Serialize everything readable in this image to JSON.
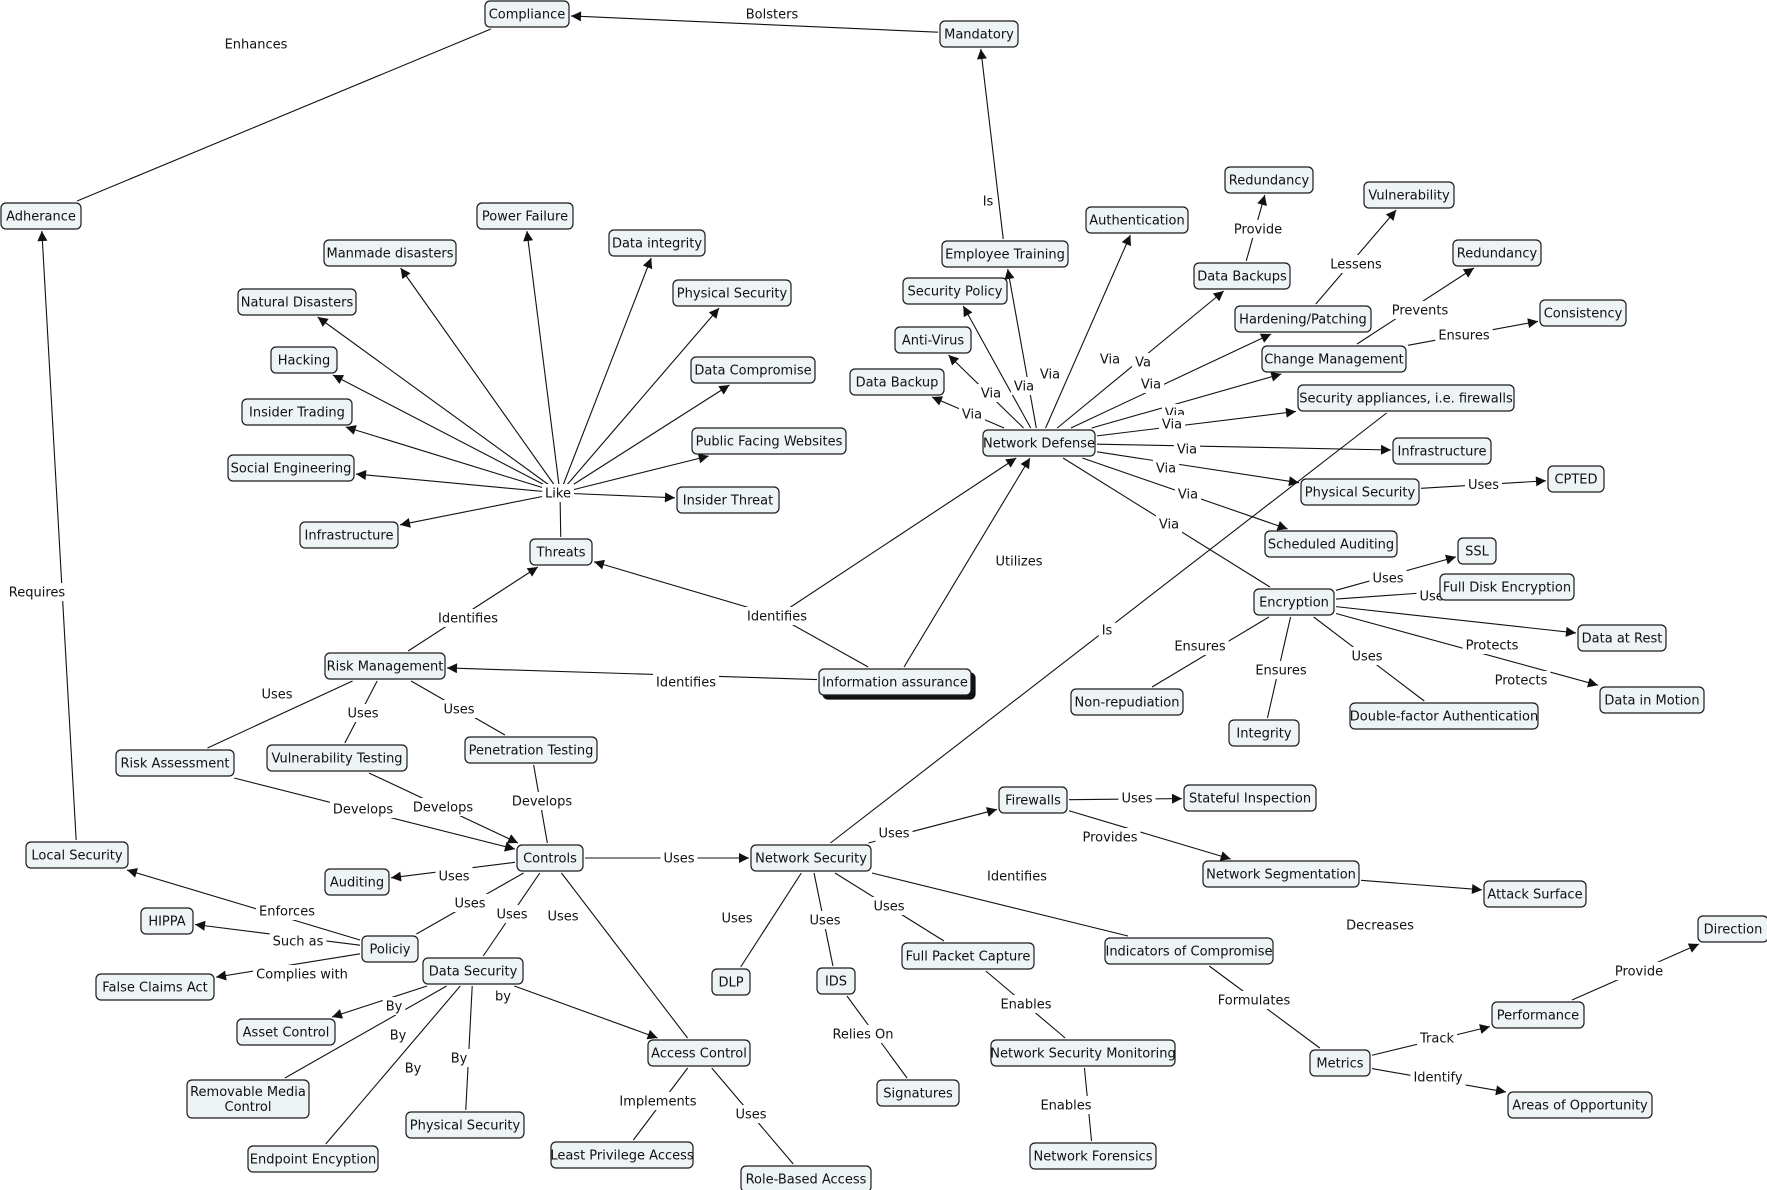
{
  "nodes": [
    {
      "id": "compliance",
      "label": "Compliance"
    },
    {
      "id": "mandatory",
      "label": "Mandatory"
    },
    {
      "id": "adherance",
      "label": "Adherance"
    },
    {
      "id": "local_security",
      "label": "Local Security"
    },
    {
      "id": "employee_training",
      "label": "Employee Training"
    },
    {
      "id": "authentication",
      "label": "Authentication"
    },
    {
      "id": "redundancy1",
      "label": "Redundancy"
    },
    {
      "id": "vulnerability",
      "label": "Vulnerability"
    },
    {
      "id": "data_backups",
      "label": "Data Backups"
    },
    {
      "id": "hardening",
      "label": "Hardening/Patching"
    },
    {
      "id": "redundancy2",
      "label": "Redundancy"
    },
    {
      "id": "consistency",
      "label": "Consistency"
    },
    {
      "id": "change_mgmt",
      "label": "Change Management"
    },
    {
      "id": "security_policy",
      "label": "Security Policy"
    },
    {
      "id": "anti_virus",
      "label": "Anti-Virus"
    },
    {
      "id": "data_backup",
      "label": "Data Backup"
    },
    {
      "id": "network_defense",
      "label": "Network Defense"
    },
    {
      "id": "sec_appliances",
      "label": "Security appliances, i.e. firewalls"
    },
    {
      "id": "infrastructure_nd",
      "label": "Infrastructure"
    },
    {
      "id": "physical_security_nd",
      "label": "Physical Security"
    },
    {
      "id": "cpted",
      "label": "CPTED"
    },
    {
      "id": "scheduled_auditing",
      "label": "Scheduled Auditing"
    },
    {
      "id": "encryption",
      "label": "Encryption"
    },
    {
      "id": "ssl",
      "label": "SSL"
    },
    {
      "id": "full_disk",
      "label": "Full Disk Encryption"
    },
    {
      "id": "data_at_rest",
      "label": "Data at Rest"
    },
    {
      "id": "data_in_motion",
      "label": "Data in Motion"
    },
    {
      "id": "non_repudiation",
      "label": "Non-repudiation"
    },
    {
      "id": "integrity",
      "label": "Integrity"
    },
    {
      "id": "double_factor",
      "label": "Double-factor Authentication"
    },
    {
      "id": "power_failure",
      "label": "Power Failure"
    },
    {
      "id": "manmade",
      "label": "Manmade disasters"
    },
    {
      "id": "data_integrity",
      "label": "Data integrity"
    },
    {
      "id": "physical_security_t",
      "label": "Physical Security"
    },
    {
      "id": "natural_disasters",
      "label": "Natural Disasters"
    },
    {
      "id": "hacking",
      "label": "Hacking"
    },
    {
      "id": "data_compromise",
      "label": "Data Compromise"
    },
    {
      "id": "insider_trading",
      "label": "Insider Trading"
    },
    {
      "id": "public_websites",
      "label": "Public Facing Websites"
    },
    {
      "id": "social_engineering",
      "label": "Social Engineering"
    },
    {
      "id": "insider_threat",
      "label": "Insider Threat"
    },
    {
      "id": "infrastructure_t",
      "label": "Infrastructure"
    },
    {
      "id": "threats",
      "label": "Threats"
    },
    {
      "id": "risk_mgmt",
      "label": "Risk Management"
    },
    {
      "id": "info_assurance",
      "label": "Information assurance"
    },
    {
      "id": "risk_assessment",
      "label": "Risk Assessment"
    },
    {
      "id": "vuln_testing",
      "label": "Vulnerability Testing"
    },
    {
      "id": "pen_testing",
      "label": "Penetration Testing"
    },
    {
      "id": "controls",
      "label": "Controls"
    },
    {
      "id": "auditing",
      "label": "Auditing"
    },
    {
      "id": "hippa",
      "label": "HIPPA"
    },
    {
      "id": "policiy",
      "label": "Policiy"
    },
    {
      "id": "false_claims",
      "label": "False Claims Act"
    },
    {
      "id": "data_security",
      "label": "Data Security"
    },
    {
      "id": "asset_control",
      "label": "Asset Control"
    },
    {
      "id": "removable_media",
      "label": "Removable Media Control"
    },
    {
      "id": "physical_security_ds",
      "label": "Physical Security"
    },
    {
      "id": "endpoint",
      "label": "Endpoint Encyption"
    },
    {
      "id": "access_control",
      "label": "Access Control"
    },
    {
      "id": "least_privilege",
      "label": "Least Privilege Access"
    },
    {
      "id": "role_based",
      "label": "Role-Based Access"
    },
    {
      "id": "network_security",
      "label": "Network Security"
    },
    {
      "id": "firewalls",
      "label": "Firewalls"
    },
    {
      "id": "stateful",
      "label": "Stateful Inspection"
    },
    {
      "id": "net_segmentation",
      "label": "Network Segmentation"
    },
    {
      "id": "attack_surface",
      "label": "Attack Surface"
    },
    {
      "id": "dlp",
      "label": "DLP"
    },
    {
      "id": "ids",
      "label": "IDS"
    },
    {
      "id": "signatures",
      "label": "Signatures"
    },
    {
      "id": "full_packet",
      "label": "Full Packet Capture"
    },
    {
      "id": "nsm",
      "label": "Network Security Monitoring"
    },
    {
      "id": "net_forensics",
      "label": "Network Forensics"
    },
    {
      "id": "ioc",
      "label": "Indicators of Compromise"
    },
    {
      "id": "metrics",
      "label": "Metrics"
    },
    {
      "id": "performance",
      "label": "Performance"
    },
    {
      "id": "direction",
      "label": "Direction"
    },
    {
      "id": "areas_opportunity",
      "label": "Areas of Opportunity"
    }
  ],
  "edges": [
    {
      "from": "mandatory",
      "to": "compliance",
      "label": "Bolsters",
      "arrow": true
    },
    {
      "from": "adherance",
      "to": "compliance",
      "label": "Enhances",
      "arrow": false
    },
    {
      "from": "local_security",
      "to": "adherance",
      "label": "Requires",
      "arrow": true
    },
    {
      "from": "employee_training",
      "to": "mandatory",
      "label": "Is",
      "arrow": true
    },
    {
      "from": "network_defense",
      "to": "employee_training",
      "label": "Via",
      "arrow": true
    },
    {
      "from": "network_defense",
      "to": "security_policy",
      "label": "Via",
      "arrow": true
    },
    {
      "from": "network_defense",
      "to": "anti_virus",
      "label": "Via",
      "arrow": true
    },
    {
      "from": "network_defense",
      "to": "data_backup",
      "label": "Via",
      "arrow": true
    },
    {
      "from": "network_defense",
      "to": "authentication",
      "label": "Via",
      "arrow": true
    },
    {
      "from": "network_defense",
      "to": "data_backups",
      "label": "Va",
      "arrow": true
    },
    {
      "from": "data_backups",
      "to": "redundancy1",
      "label": "Provide",
      "arrow": true
    },
    {
      "from": "network_defense",
      "to": "hardening",
      "label": "Via",
      "arrow": true
    },
    {
      "from": "hardening",
      "to": "vulnerability",
      "label": "Lessens",
      "arrow": true
    },
    {
      "from": "network_defense",
      "to": "change_mgmt",
      "label": "Via",
      "arrow": true
    },
    {
      "from": "change_mgmt",
      "to": "redundancy2",
      "label": "Prevents",
      "arrow": true
    },
    {
      "from": "change_mgmt",
      "to": "consistency",
      "label": "Ensures",
      "arrow": true
    },
    {
      "from": "network_defense",
      "to": "sec_appliances",
      "label": "Via",
      "arrow": true
    },
    {
      "from": "network_defense",
      "to": "infrastructure_nd",
      "label": "Via",
      "arrow": true
    },
    {
      "from": "network_defense",
      "to": "physical_security_nd",
      "label": "Via",
      "arrow": true
    },
    {
      "from": "physical_security_nd",
      "to": "cpted",
      "label": "Uses",
      "arrow": true
    },
    {
      "from": "network_defense",
      "to": "scheduled_auditing",
      "label": "Via",
      "arrow": true
    },
    {
      "from": "network_defense",
      "to": "encryption",
      "label": "Via",
      "arrow": false
    },
    {
      "from": "encryption",
      "to": "ssl",
      "label": "Uses",
      "arrow": true
    },
    {
      "from": "encryption",
      "to": "full_disk",
      "label": "Uses",
      "arrow": true
    },
    {
      "from": "encryption",
      "to": "data_at_rest",
      "label": "Protects",
      "arrow": true
    },
    {
      "from": "encryption",
      "to": "data_in_motion",
      "label": "Protects",
      "arrow": true
    },
    {
      "from": "encryption",
      "to": "non_repudiation",
      "label": "Ensures",
      "arrow": false
    },
    {
      "from": "encryption",
      "to": "integrity",
      "label": "Ensures",
      "arrow": false
    },
    {
      "from": "encryption",
      "to": "double_factor",
      "label": "Uses",
      "arrow": false
    },
    {
      "from": "threats",
      "to": "power_failure",
      "label": "Like",
      "arrow": true,
      "via": "like_hub"
    },
    {
      "from": "threats",
      "to": "manmade",
      "label": "",
      "arrow": true,
      "via": "like_hub"
    },
    {
      "from": "threats",
      "to": "data_integrity",
      "label": "",
      "arrow": true,
      "via": "like_hub"
    },
    {
      "from": "threats",
      "to": "physical_security_t",
      "label": "",
      "arrow": true,
      "via": "like_hub"
    },
    {
      "from": "threats",
      "to": "natural_disasters",
      "label": "",
      "arrow": true,
      "via": "like_hub"
    },
    {
      "from": "threats",
      "to": "hacking",
      "label": "",
      "arrow": true,
      "via": "like_hub"
    },
    {
      "from": "threats",
      "to": "data_compromise",
      "label": "",
      "arrow": true,
      "via": "like_hub"
    },
    {
      "from": "threats",
      "to": "insider_trading",
      "label": "",
      "arrow": true,
      "via": "like_hub"
    },
    {
      "from": "threats",
      "to": "public_websites",
      "label": "",
      "arrow": true,
      "via": "like_hub"
    },
    {
      "from": "threats",
      "to": "social_engineering",
      "label": "",
      "arrow": true,
      "via": "like_hub"
    },
    {
      "from": "threats",
      "to": "insider_threat",
      "label": "",
      "arrow": true,
      "via": "like_hub"
    },
    {
      "from": "threats",
      "to": "infrastructure_t",
      "label": "",
      "arrow": true,
      "via": "like_hub"
    },
    {
      "from": "risk_mgmt",
      "to": "threats",
      "label": "Identifies",
      "arrow": true
    },
    {
      "from": "info_assurance",
      "to": "threats",
      "label": "Identifies",
      "arrow": true,
      "via": "identifies_hub"
    },
    {
      "from": "info_assurance",
      "to": "network_defense",
      "label": "",
      "arrow": true,
      "via": "identifies_hub"
    },
    {
      "from": "info_assurance",
      "to": "network_defense",
      "label": "Utilizes",
      "arrow": true
    },
    {
      "from": "info_assurance",
      "to": "risk_mgmt",
      "label": "Identifies",
      "arrow": true
    },
    {
      "from": "risk_mgmt",
      "to": "risk_assessment",
      "label": "Uses",
      "arrow": false
    },
    {
      "from": "risk_mgmt",
      "to": "vuln_testing",
      "label": "Uses",
      "arrow": false
    },
    {
      "from": "risk_mgmt",
      "to": "pen_testing",
      "label": "Uses",
      "arrow": false
    },
    {
      "from": "risk_assessment",
      "to": "controls",
      "label": "Develops",
      "arrow": true
    },
    {
      "from": "vuln_testing",
      "to": "controls",
      "label": "Develops",
      "arrow": true
    },
    {
      "from": "pen_testing",
      "to": "controls",
      "label": "Develops",
      "arrow": false
    },
    {
      "from": "controls",
      "to": "auditing",
      "label": "Uses",
      "arrow": true
    },
    {
      "from": "controls",
      "to": "policiy",
      "label": "Uses",
      "arrow": false
    },
    {
      "from": "controls",
      "to": "data_security",
      "label": "Uses",
      "arrow": false
    },
    {
      "from": "controls",
      "to": "access_control",
      "label": "Uses",
      "arrow": false
    },
    {
      "from": "controls",
      "to": "network_security",
      "label": "Uses",
      "arrow": true
    },
    {
      "from": "policiy",
      "to": "local_security",
      "label": "Enforces",
      "arrow": true
    },
    {
      "from": "policiy",
      "to": "hippa",
      "label": "Such as",
      "arrow": true
    },
    {
      "from": "policiy",
      "to": "false_claims",
      "label": "Complies with",
      "arrow": true
    },
    {
      "from": "data_security",
      "to": "asset_control",
      "label": "By",
      "arrow": true
    },
    {
      "from": "data_security",
      "to": "removable_media",
      "label": "By",
      "arrow": false
    },
    {
      "from": "data_security",
      "to": "endpoint",
      "label": "By",
      "arrow": false
    },
    {
      "from": "data_security",
      "to": "physical_security_ds",
      "label": "By",
      "arrow": false
    },
    {
      "from": "data_security",
      "to": "access_control",
      "label": "by",
      "arrow": true
    },
    {
      "from": "access_control",
      "to": "least_privilege",
      "label": "Implements",
      "arrow": false
    },
    {
      "from": "access_control",
      "to": "role_based",
      "label": "Uses",
      "arrow": false
    },
    {
      "from": "network_security",
      "to": "sec_appliances",
      "label": "Is",
      "arrow": false
    },
    {
      "from": "network_security",
      "to": "firewalls",
      "label": "Uses",
      "arrow": true
    },
    {
      "from": "firewalls",
      "to": "stateful",
      "label": "Uses",
      "arrow": true
    },
    {
      "from": "firewalls",
      "to": "net_segmentation",
      "label": "Provides",
      "arrow": true
    },
    {
      "from": "net_segmentation",
      "to": "attack_surface",
      "label": "Decreases",
      "arrow": true
    },
    {
      "from": "network_security",
      "to": "dlp",
      "label": "Uses",
      "arrow": false
    },
    {
      "from": "network_security",
      "to": "ids",
      "label": "Uses",
      "arrow": false
    },
    {
      "from": "ids",
      "to": "signatures",
      "label": "Relies On",
      "arrow": false
    },
    {
      "from": "network_security",
      "to": "full_packet",
      "label": "Uses",
      "arrow": false
    },
    {
      "from": "full_packet",
      "to": "nsm",
      "label": "Enables",
      "arrow": false
    },
    {
      "from": "nsm",
      "to": "net_forensics",
      "label": "Enables",
      "arrow": false
    },
    {
      "from": "network_security",
      "to": "ioc",
      "label": "Identifies",
      "arrow": false
    },
    {
      "from": "ioc",
      "to": "metrics",
      "label": "Formulates",
      "arrow": false
    },
    {
      "from": "metrics",
      "to": "performance",
      "label": "Track",
      "arrow": true
    },
    {
      "from": "performance",
      "to": "direction",
      "label": "Provide",
      "arrow": true
    },
    {
      "from": "metrics",
      "to": "areas_opportunity",
      "label": "Identify",
      "arrow": true
    }
  ]
}
